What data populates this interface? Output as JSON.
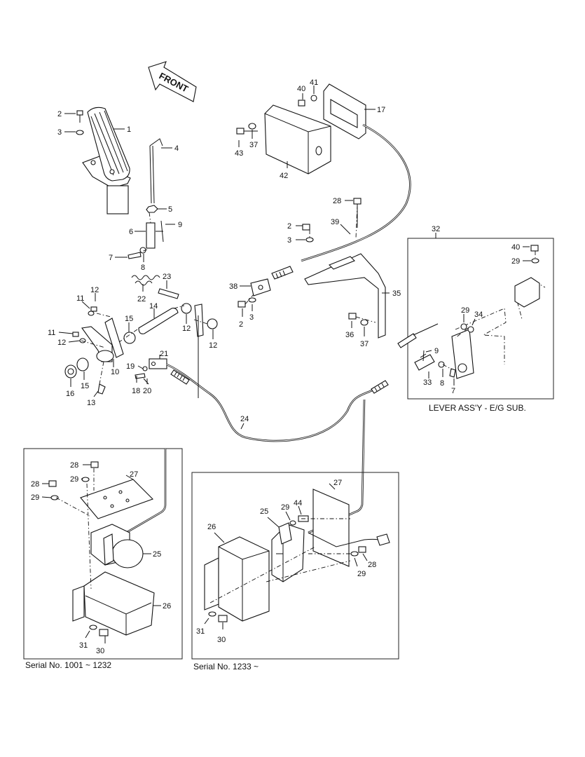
{
  "front_arrow": {
    "label": "FRONT"
  },
  "captions": {
    "lever_assy": "LEVER ASS'Y - E/G SUB.",
    "serial_old": "Serial No. 1001 ~ 1232",
    "serial_new": "Serial No. 1233 ~"
  },
  "callouts": {
    "pedal": [
      "2",
      "3",
      "1",
      "4",
      "5",
      "6",
      "9",
      "7",
      "8"
    ],
    "linkage": [
      "23",
      "22",
      "14",
      "11",
      "12",
      "15",
      "12",
      "12",
      "11",
      "12",
      "10",
      "21",
      "19",
      "18",
      "20",
      "15",
      "16",
      "13"
    ],
    "bracket": [
      "40",
      "41",
      "17",
      "43",
      "37",
      "42",
      "28",
      "2",
      "39",
      "3",
      "38",
      "2",
      "3",
      "35",
      "36",
      "37"
    ],
    "cable": [
      "24"
    ],
    "lever_box": [
      "32",
      "40",
      "29",
      "29",
      "34",
      "9",
      "33",
      "8",
      "7"
    ],
    "serial_old_box": [
      "28",
      "29",
      "27",
      "28",
      "29",
      "25",
      "26",
      "31",
      "30"
    ],
    "serial_new_box": [
      "27",
      "29",
      "44",
      "25",
      "26",
      "28",
      "29",
      "31",
      "30"
    ]
  },
  "colors": {
    "line": "#111111",
    "shade": "#cfcfcf",
    "background": "#ffffff"
  }
}
